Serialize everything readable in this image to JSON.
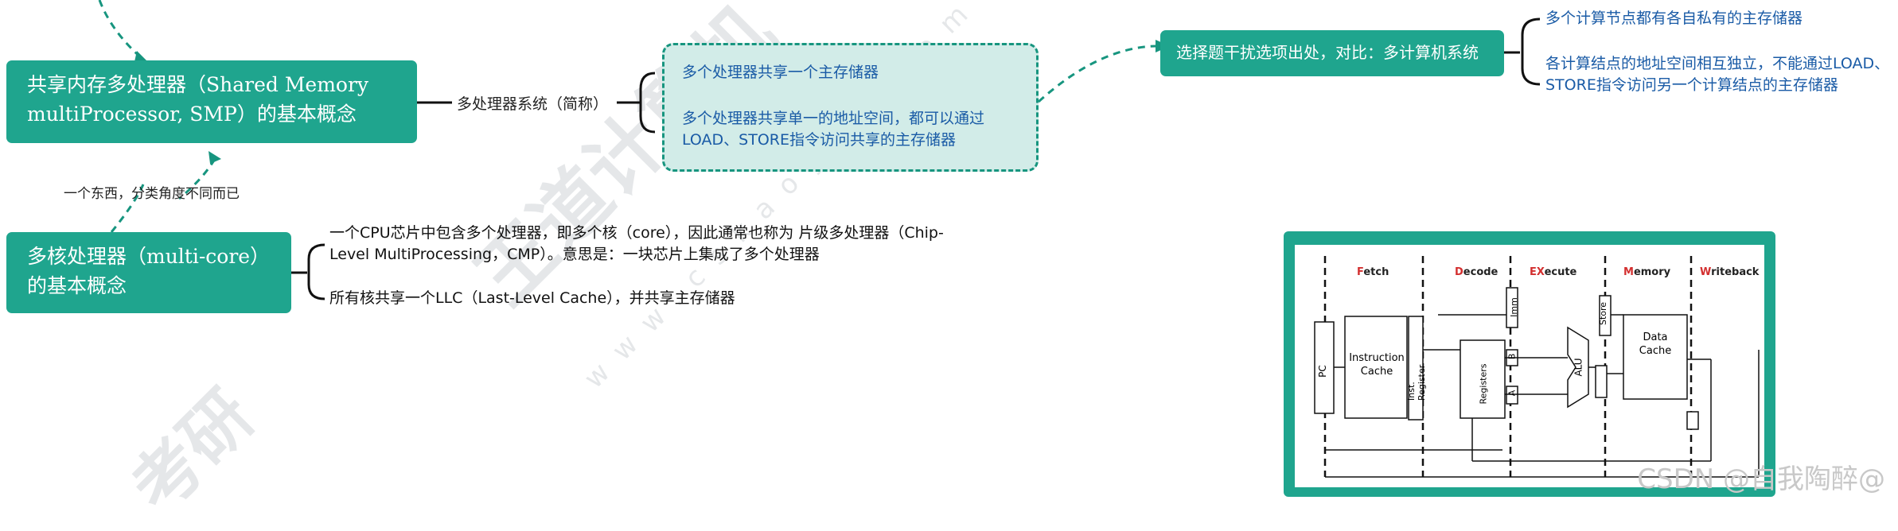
{
  "watermark": {
    "brand": "王道计算机",
    "site": "www.cskaoyan.com",
    "kaoyan": "考研"
  },
  "smp": {
    "title": "共享内存多处理器（Shared Memory multiProcessor, SMP）的基本概念",
    "abbr_label": "多处理器系统（简称）",
    "points": [
      "多个处理器共享一个主存储器",
      "多个处理器共享单一的地址空间，都可以通过LOAD、STORE指令访问共享的主存储器"
    ]
  },
  "contrast": {
    "title": "选择题干扰选项出处，对比：多计算机系统",
    "points": [
      "多个计算节点都有各自私有的主存储器",
      "各计算结点的地址空间相互独立，不能通过LOAD、STORE指令访问另一个计算结点的主存储器"
    ]
  },
  "relation_label": "一个东西，分类角度不同而已",
  "multicore": {
    "title": "多核处理器（multi-core）的基本概念",
    "points": [
      "一个CPU芯片中包含多个处理器，即多个核（core），因此通常也称为 片级多处理器（Chip-Level MultiProcessing，CMP）。意思是：一块芯片上集成了多个处理器",
      "所有核共享一个LLC（Last-Level Cache），并共享主存储器"
    ]
  },
  "pipeline": {
    "stages": [
      {
        "first": "F",
        "rest": "etch"
      },
      {
        "first": "D",
        "rest": "ecode"
      },
      {
        "first": "EX",
        "rest": "ecute"
      },
      {
        "first": "M",
        "rest": "emory"
      },
      {
        "first": "W",
        "rest": "riteback"
      }
    ],
    "blocks": {
      "pc": "PC",
      "icache": "Instruction Cache",
      "ireg": "Inst. Register",
      "regs": "Registers",
      "imm": "Imm",
      "b": "B",
      "a": "A",
      "alu": "ALU",
      "store": "Store",
      "dcache": "Data Cache"
    }
  },
  "footer": "CSDN @自我陶醉@",
  "colors": {
    "accent": "#1fa58e",
    "blue_text": "#1a5ba6",
    "dashed_fill": "#d2ece8"
  }
}
